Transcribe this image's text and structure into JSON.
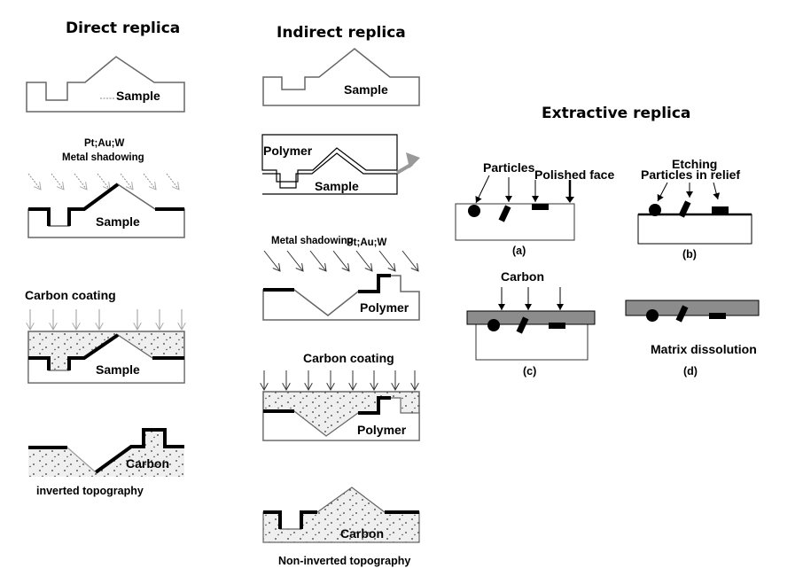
{
  "direct": {
    "title": "Direct replica",
    "sample_1": "Sample",
    "metal_top": "Pt;Au;W",
    "metal_bottom": "Metal shadowing",
    "sample_2": "Sample",
    "carbon_coating": "Carbon coating",
    "sample_3": "Sample",
    "carbon": "Carbon",
    "caption": "inverted topography"
  },
  "indirect": {
    "title": "Indirect replica",
    "sample_1": "Sample",
    "polymer_1": "Polymer",
    "sample_2": "Sample",
    "metal_shadowing": "Metal shadowing",
    "metal_elements": "Pt;Au;W",
    "polymer_2": "Polymer",
    "carbon_coating": "Carbon coating",
    "polymer_3": "Polymer",
    "carbon": "Carbon",
    "caption": "Non-inverted topography"
  },
  "extractive": {
    "title": "Extractive replica",
    "particles": "Particles",
    "polished_face": "Polished face",
    "label_a": "(a)",
    "etching": "Etching",
    "particles_relief": "Particles in relief",
    "label_b": "(b)",
    "carbon": "Carbon",
    "label_c": "(c)",
    "matrix_dissolution": "Matrix dissolution",
    "label_d": "(d)"
  },
  "colors": {
    "film": "#000000",
    "coating_fill": "#eeeeee",
    "carbon_layer": "#8c8c8c",
    "arrow_gray": "#999999",
    "outline": "#555555"
  }
}
